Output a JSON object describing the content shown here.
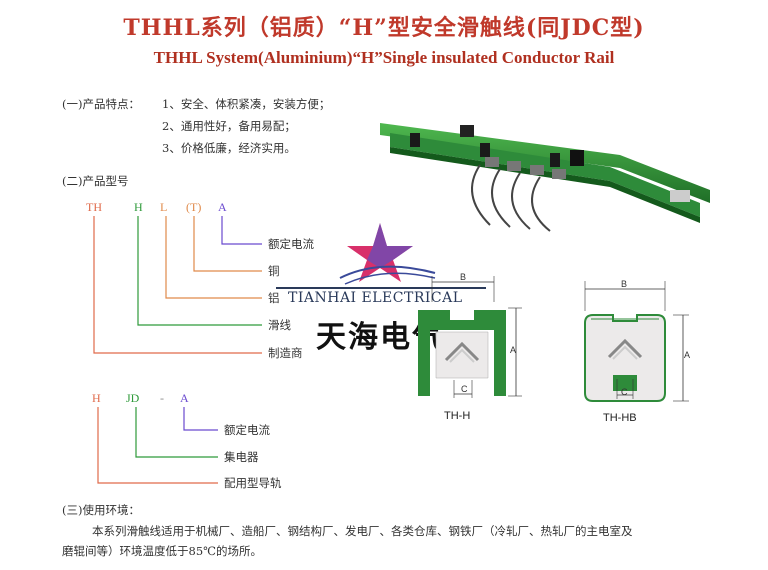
{
  "title": {
    "cn": "THHL系列（铝质）“H”型安全滑触线(同JDC型)",
    "en": "THHL System(Aluminium)“H”Single insulated Conductor Rail"
  },
  "features": {
    "heading": "(一)产品特点：",
    "items": [
      "1、安全、体积紧凑，安装方便；",
      "2、通用性好，备用易配；",
      "3、价格低廉，经济实用。"
    ]
  },
  "model": {
    "heading": "(二)产品型号",
    "rail_codes": [
      {
        "text": "TH",
        "color": "#e06a4a"
      },
      {
        "text": "H",
        "color": "#2e9a3a"
      },
      {
        "text": "L",
        "color": "#e08a4a"
      },
      {
        "text": "(T)",
        "color": "#e08a4a"
      },
      {
        "text": "A",
        "color": "#6a4acf"
      }
    ],
    "rail_labels": [
      "额定电流",
      "铜",
      "铝",
      "滑线",
      "制造商"
    ],
    "collector_codes": [
      {
        "text": "H",
        "color": "#e06a4a"
      },
      {
        "text": "JD",
        "color": "#2e9a3a"
      },
      {
        "text": "-",
        "color": "#888888"
      },
      {
        "text": "A",
        "color": "#6a4acf"
      }
    ],
    "collector_labels": [
      "额定电流",
      "集电器",
      "配用型导轨"
    ]
  },
  "diagrams": {
    "left": {
      "caption": "TH-H",
      "dim_b": "B",
      "dim_a": "A",
      "dim_c": "C"
    },
    "right": {
      "caption": "TH-HB",
      "dim_b": "B",
      "dim_a": "A",
      "dim_c": "C"
    }
  },
  "watermark": {
    "en": "TIANHAI ELECTRICAL",
    "cn": "天海电气"
  },
  "environment": {
    "heading": "(三)使用环境：",
    "line1": "本系列滑触线适用于机械厂、造船厂、钢结构厂、发电厂、各类仓库、钢铁厂（冷轧厂、热轧厂的主电室及",
    "line2": "磨辊间等）环境温度低于85℃的场所。"
  },
  "colors": {
    "title": "#c0392b",
    "rail_green": "#2e8b3a",
    "product_green": "#3a9a3a"
  }
}
